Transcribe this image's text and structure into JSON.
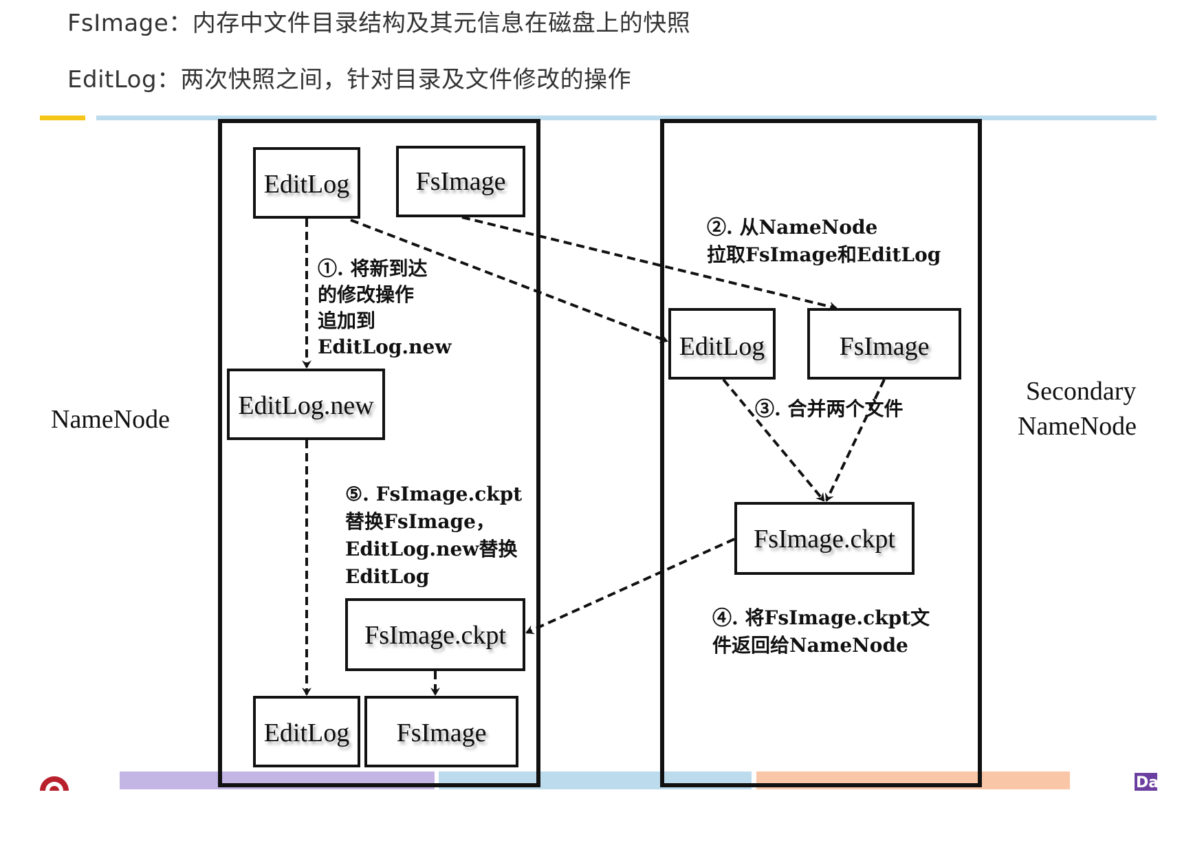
{
  "header": {
    "line1": "FsImage：内存中文件目录结构及其元信息在磁盘上的快照",
    "line2": "EditLog：两次快照之间，针对目录及文件修改的操作"
  },
  "diagram": {
    "namenode_label": "NameNode",
    "secondary_label_line1": "Secondary",
    "secondary_label_line2": "NameNode",
    "left_boxes": {
      "editlog_top": "EditLog",
      "fsimage_top": "FsImage",
      "editlog_new": "EditLog.new",
      "fsimage_ckpt": "FsImage.ckpt",
      "editlog_bottom": "EditLog",
      "fsimage_bottom": "FsImage"
    },
    "right_boxes": {
      "editlog": "EditLog",
      "fsimage": "FsImage",
      "fsimage_ckpt": "FsImage.ckpt"
    },
    "step1": [
      "①. 将新到达",
      "的修改操作",
      "追加到",
      "EditLog.new"
    ],
    "step2": [
      "②. 从NameNode",
      "拉取FsImage和EditLog"
    ],
    "step3": "③. 合并两个文件",
    "step4": [
      "④. 将FsImage.ckpt文",
      "件返回给NameNode"
    ],
    "step5": [
      "⑤. FsImage.ckpt",
      "替换FsImage，",
      "EditLog.new替换",
      "EditLog"
    ],
    "corner_logo_text": "Da",
    "colors": {
      "top_bar_yellow": "#f5c518",
      "top_bar_blue": "#bcdcee",
      "bottom_bar_purple": "#c3b6e4",
      "bottom_bar_blue": "#bcdcee",
      "bottom_bar_orange": "#f9c6a8",
      "logo_red": "#b8202c",
      "logo_purple": "#6b3fa0"
    }
  }
}
